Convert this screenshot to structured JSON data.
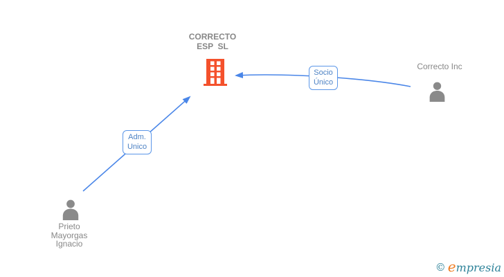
{
  "diagram": {
    "type": "corporate-relationship-graph",
    "company": {
      "name": "CORRECTO ESP SL",
      "label_line1": "CORRECTO",
      "label_line2": "ESP  SL",
      "icon": "building-icon"
    },
    "shareholder": {
      "name": "Correcto Inc",
      "icon": "person-icon"
    },
    "administrator": {
      "name": "Prieto Mayorgas Ignacio",
      "label_line1": "Prieto",
      "label_line2": "Mayorgas",
      "label_line3": "Ignacio",
      "icon": "person-icon"
    },
    "edges": [
      {
        "from": "Correcto Inc",
        "to": "CORRECTO ESP SL",
        "label_line1": "Socio",
        "label_line2": "Único"
      },
      {
        "from": "Prieto Mayorgas Ignacio",
        "to": "CORRECTO ESP SL",
        "label_line1": "Adm.",
        "label_line2": "Unico"
      }
    ]
  },
  "footer": {
    "copyright_symbol": "©",
    "brand_first_letter": "e",
    "brand_rest": "mpresia"
  },
  "colors": {
    "edge_blue": "#4a86e8",
    "edge_label_border": "#5b96e8",
    "edge_label_text": "#4d82c4",
    "node_text_gray": "#878787",
    "person_icon_gray": "#8a8a8a",
    "building_orange": "#f4512c",
    "brand_teal": "#2d8299",
    "brand_orange": "#ef7d23",
    "background": "#ffffff"
  }
}
